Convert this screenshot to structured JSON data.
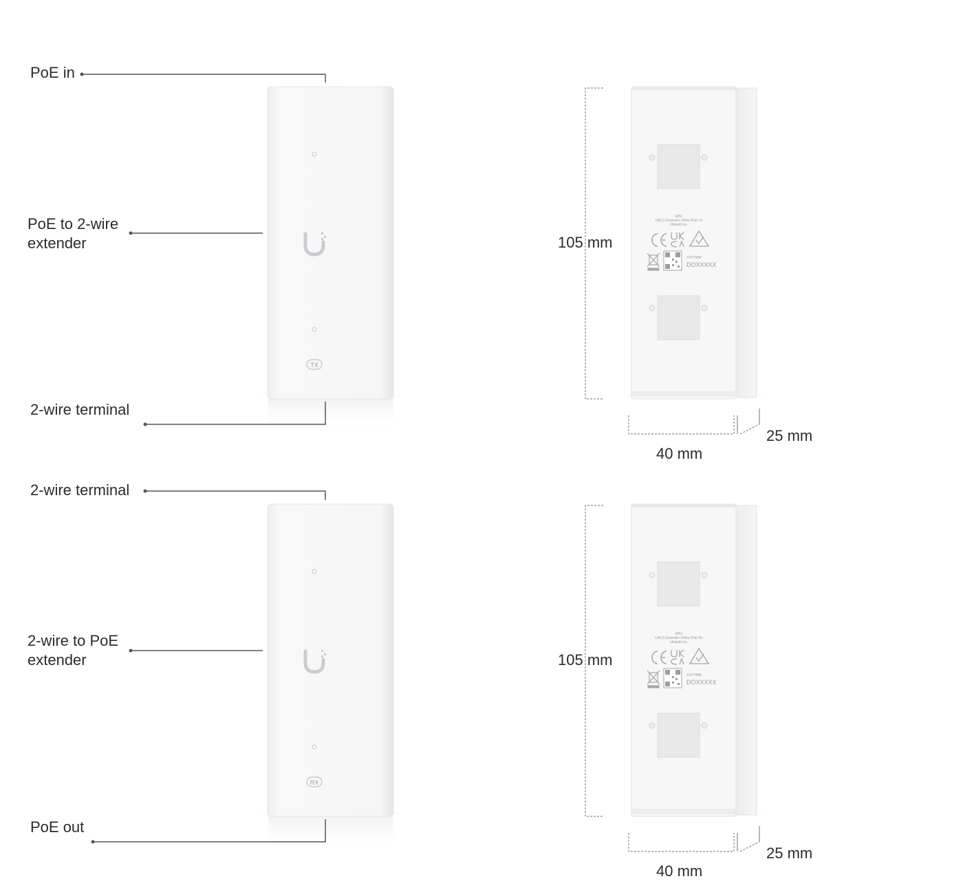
{
  "top": {
    "callouts": {
      "poe_in": "PoE in",
      "device_line1": "PoE to 2-wire",
      "device_line2": "extender",
      "bottom_terminal": "2-wire terminal"
    },
    "front_badge": "TX",
    "dimensions": {
      "height": "105 mm",
      "width": "40 mm",
      "depth": "25 mm"
    },
    "rear_label": {
      "line1": "M/N:",
      "line2": "UACC-Extender-2Wire-PoE-Tx",
      "line3": "Ubiquiti Inc.",
      "date_code": "XXYYMM",
      "serial": "DOXXXXX"
    }
  },
  "bottom": {
    "callouts": {
      "top_terminal": "2-wire terminal",
      "device_line1": "2-wire to PoE",
      "device_line2": "extender",
      "poe_out": "PoE out"
    },
    "front_badge": "RX",
    "dimensions": {
      "height": "105 mm",
      "width": "40 mm",
      "depth": "25 mm"
    },
    "rear_label": {
      "line1": "M/N:",
      "line2": "UACC-Extender-2Wire-PoE-Rx",
      "line3": "Ubiquiti Inc.",
      "date_code": "XXYYMM",
      "serial": "DOXXXXX"
    }
  },
  "icons": [
    "ubiquiti-logo-icon",
    "ce-mark-icon",
    "ukca-mark-icon",
    "rcm-mark-icon",
    "weee-bin-icon",
    "qr-code-icon"
  ],
  "colors": {
    "device_body": "#f7f7f7",
    "device_edge": "#e4e4e4",
    "leader_line": "#555555",
    "text": "#2b2b2b",
    "logo": "#c9ccd1"
  }
}
